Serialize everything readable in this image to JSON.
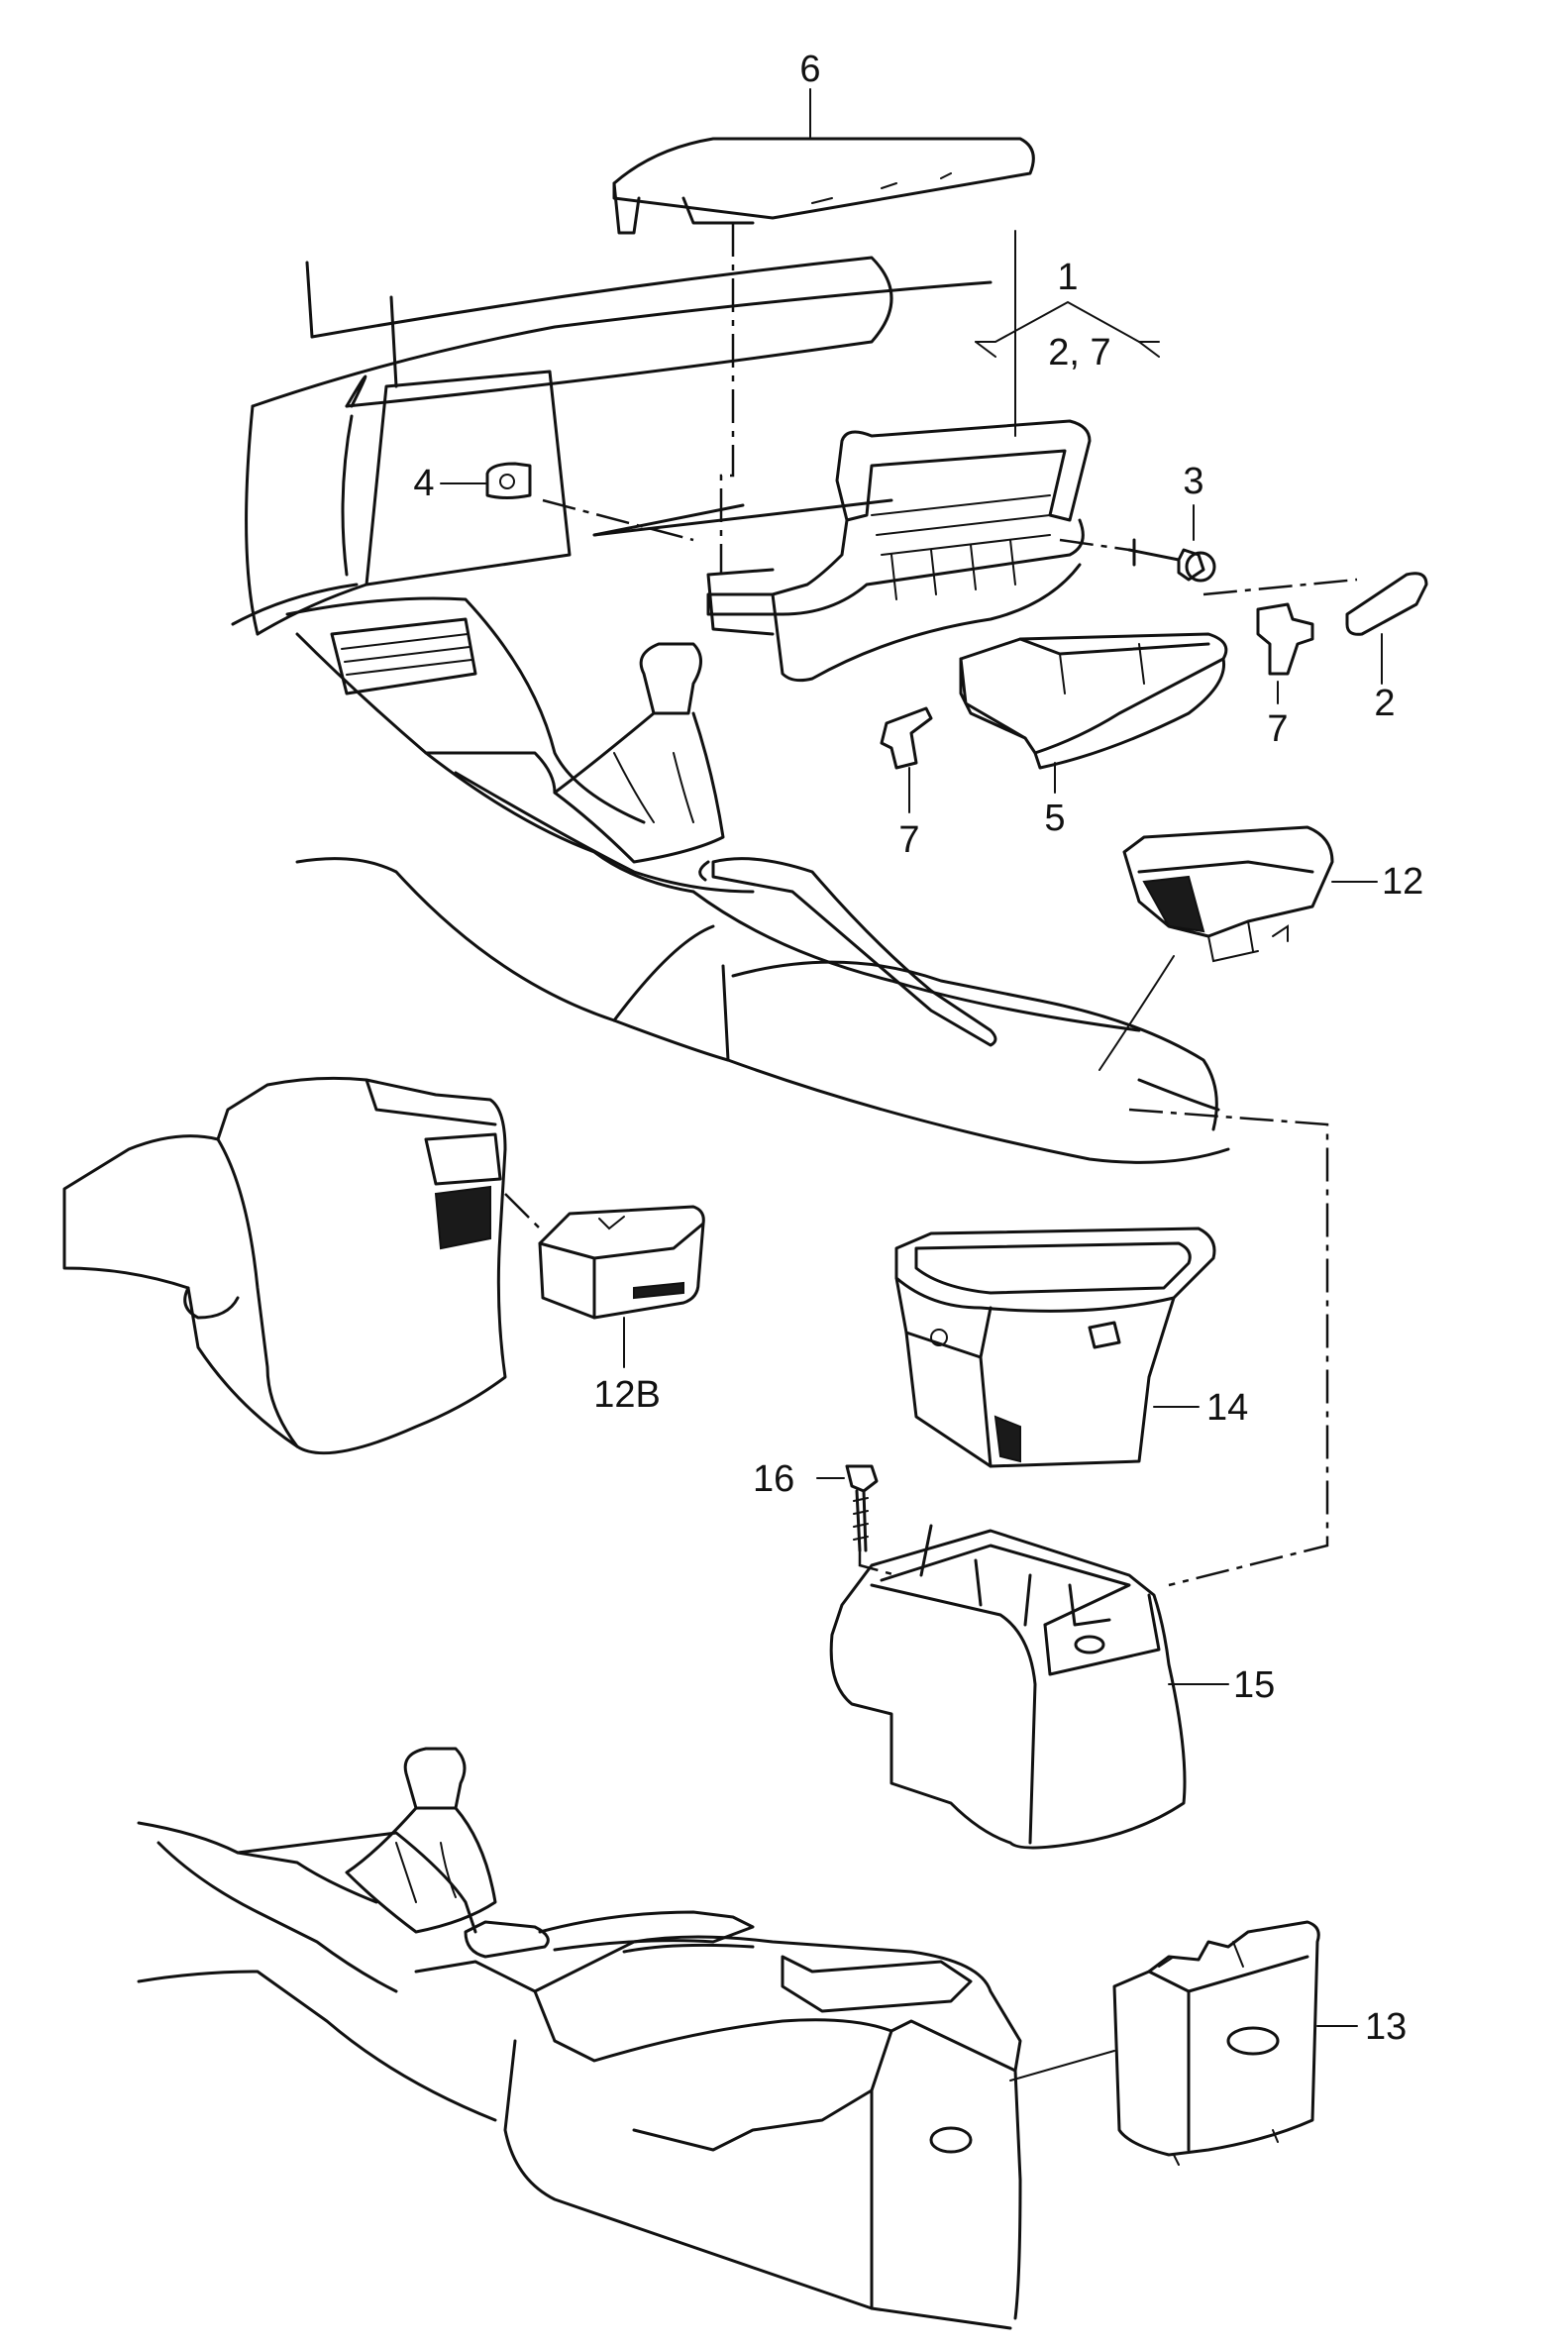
{
  "callouts": {
    "p1": "1",
    "p1_sub": "2, 7",
    "p2": "2",
    "p3": "3",
    "p4": "4",
    "p5": "5",
    "p6": "6",
    "p7a": "7",
    "p7b": "7",
    "p12": "12",
    "p12b": "12B",
    "p13": "13",
    "p14": "14",
    "p15": "15",
    "p16": "16"
  }
}
